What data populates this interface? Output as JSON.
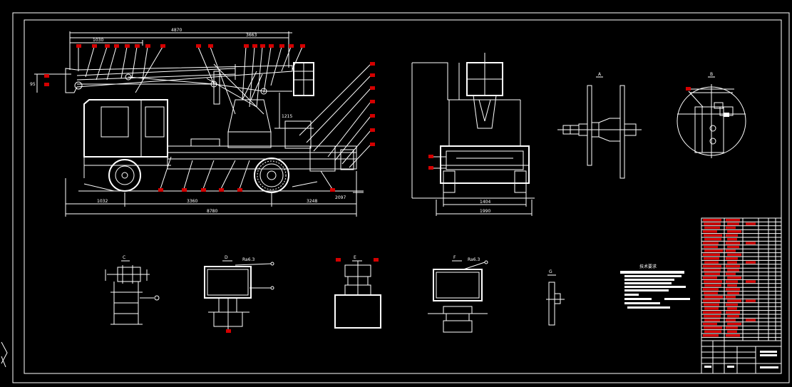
{
  "drawing": {
    "background": "#000000",
    "line_color": "#ffffff",
    "mark_color": "#d40000"
  },
  "dimensions": {
    "front_span_left": "1032",
    "wheelbase": "3360",
    "rear_span": "3248",
    "overall_length": "8780",
    "rear_width": "1404",
    "track_width": "1990"
  },
  "notes_panel": {
    "title": "技术要求"
  }
}
